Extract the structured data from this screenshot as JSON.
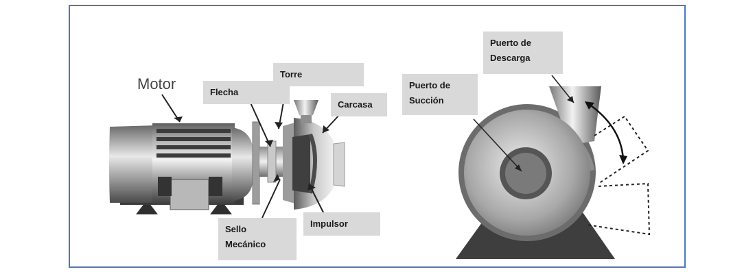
{
  "labels": {
    "motor": "Motor",
    "flecha": "Flecha",
    "torre": "Torre",
    "carcasa": "Carcasa",
    "sello": "Sello\nMecánico",
    "impulsor": "Impulsor",
    "puerto_succion": "Puerto de\nSucción",
    "puerto_descarga": "Puerto de\nDescarga"
  },
  "colors": {
    "frame_border": "#4a78bd",
    "label_fill": "#d9d9d9"
  }
}
